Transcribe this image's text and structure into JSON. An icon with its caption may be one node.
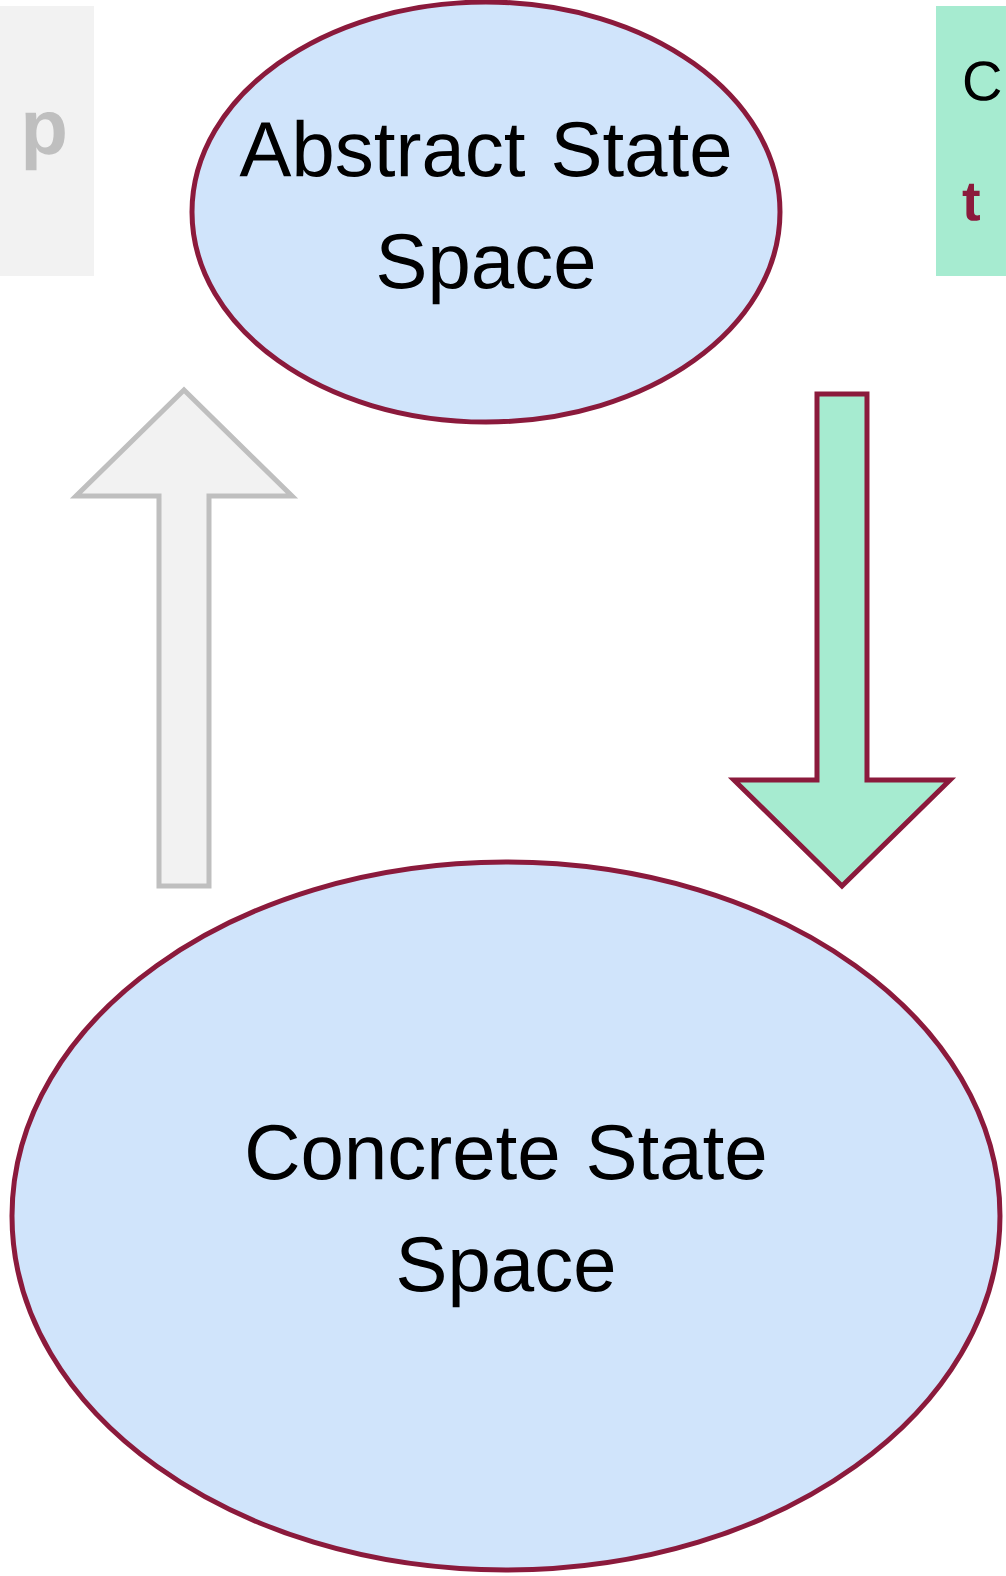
{
  "diagram": {
    "nodes": [
      {
        "text": [
          "p"
        ]
      },
      {
        "text": [
          "Abstract State Space"
        ]
      },
      {
        "text": [
          "C",
          "t"
        ]
      },
      {
        "text": [
          "Concrete State Space"
        ]
      }
    ],
    "edges": [
      {
        "from": 3,
        "to": 1,
        "arrow": "to",
        "color": "#f2f2f2"
      },
      {
        "from": 1,
        "to": 3,
        "arrow": "to",
        "color": "#a6ebd0"
      }
    ]
  }
}
